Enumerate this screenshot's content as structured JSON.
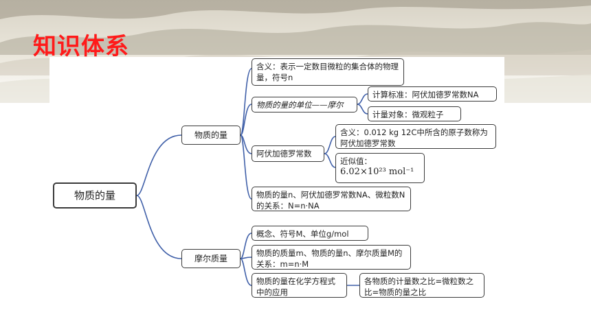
{
  "header": {
    "title": "知识体系"
  },
  "nodes": {
    "root": "物质的量",
    "branch_amount": "物质的量",
    "branch_molar_mass": "摩尔质量",
    "def": "含义：表示一定数目微粒的集合体的物理量，符号n",
    "unit_mole": "物质的量的单位——摩尔",
    "calc_standard": "计算标准：阿伏加德罗常数NA",
    "calc_object": "计量对象：微观粒子",
    "avogadro": "阿伏加德罗常数",
    "avogadro_def": "含义：0.012 kg 12C中所含的原子数称为阿伏加德罗常数",
    "approx_label": "近似值：",
    "approx_value": "6.02×10²³ mol⁻¹",
    "relation_n": "物质的量n、阿伏加德罗常数NA、微粒数N的关系：N=n·NA",
    "concept_m": "概念、符号M、单位g/mol",
    "relation_m": "物质的质量m、物质的量n、摩尔质量M的关系：m=n·M",
    "equation_app": "物质的量在化学方程式中的应用",
    "ratio": "各物质的计量数之比=微粒数之比=物质的量之比"
  }
}
